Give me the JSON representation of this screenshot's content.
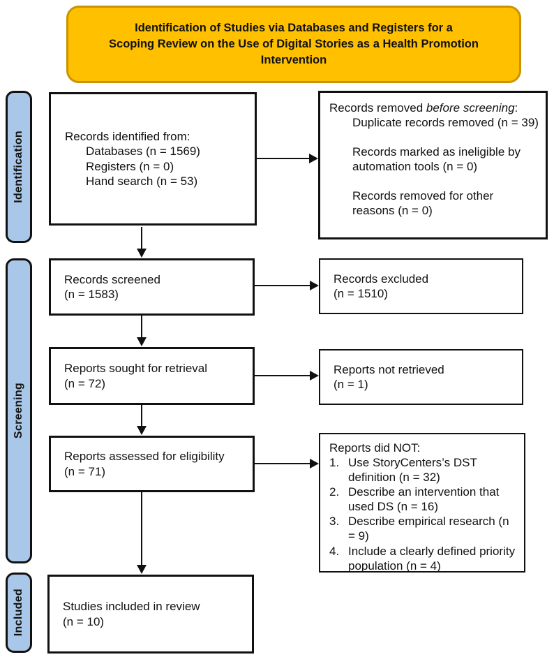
{
  "title": {
    "line1": "Identification of Studies via Databases and Registers for a",
    "line2": "Scoping Review on the Use of Digital Stories as a Health Promotion",
    "line3": "Intervention"
  },
  "colors": {
    "title_bg": "#FFC000",
    "title_border": "#C99400",
    "stage_bg": "#A9C7E8",
    "line_color": "#111111"
  },
  "stages": {
    "identification": "Identification",
    "screening": "Screening",
    "included": "Included"
  },
  "boxes": {
    "identified": {
      "title": "Records identified from:",
      "items": [
        "Databases (n = 1569)",
        "Registers (n = 0)",
        "Hand search (n = 53)"
      ]
    },
    "removed": {
      "prefix": "Records removed ",
      "italic": "before screening",
      "suffix": ":",
      "items": [
        "Duplicate records removed (n = 39)",
        "Records marked as ineligible by automation tools (n = 0)",
        "Records removed for other reasons (n = 0)"
      ]
    },
    "screened": {
      "line1": "Records screened",
      "line2": "(n = 1583)"
    },
    "excluded": {
      "line1": "Records excluded",
      "line2": "(n = 1510)"
    },
    "sought": {
      "line1": "Reports sought for retrieval",
      "line2": "(n = 72)"
    },
    "not_retrieved": {
      "line1": "Reports not retrieved",
      "line2": "(n = 1)"
    },
    "assessed": {
      "line1": "Reports assessed for eligibility",
      "line2": "(n = 71)"
    },
    "did_not": {
      "title": "Reports did NOT:",
      "items": [
        {
          "num": "1.",
          "text": "Use StoryCenters’s DST definition (n = 32)"
        },
        {
          "num": "2.",
          "text": "Describe an intervention that used DS (n = 16)"
        },
        {
          "num": "3.",
          "text": "Describe empirical research (n = 9)"
        },
        {
          "num": "4.",
          "text": "Include a clearly defined priority population (n = 4)"
        }
      ]
    },
    "included_in_review": {
      "line1": "Studies included in review",
      "line2": "(n = 10)"
    }
  }
}
